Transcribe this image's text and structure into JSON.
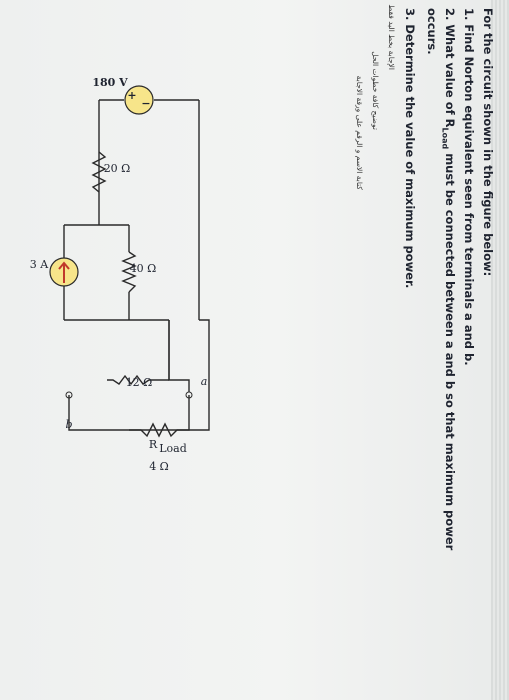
{
  "question": {
    "intro": "For the circuit shown in the figure below:",
    "q1": "1. Find Norton equivalent seen from terminals a and b.",
    "q2a": "2. What value of R",
    "q2sub": "Load",
    "q2b": " must be connected between a and b so that maximum power",
    "q2c": "occurs.",
    "q3": "3. Determine the value of maximum power."
  },
  "notes": [
    "الإجابة بخط اليد فقط",
    "توضيح كافة خطوات الحل",
    "كتابة الاسم و الرقم على ورقة الاجابة"
  ],
  "circuit": {
    "source_voltage": "180 V",
    "plus_sign": "+",
    "minus_sign": "−",
    "r1": "20 Ω",
    "current_source": "3 A",
    "r2": "40 Ω",
    "r3": "12 Ω",
    "r_load_main": "R",
    "r_load_sub": "Load",
    "r_load_value": "4 Ω",
    "terminal_a": "a",
    "terminal_b": "b"
  },
  "colors": {
    "paper": "#f2f3f2",
    "text": "#1f2430",
    "source_fill": "#f7e58a",
    "arrow": "#c0392b"
  }
}
